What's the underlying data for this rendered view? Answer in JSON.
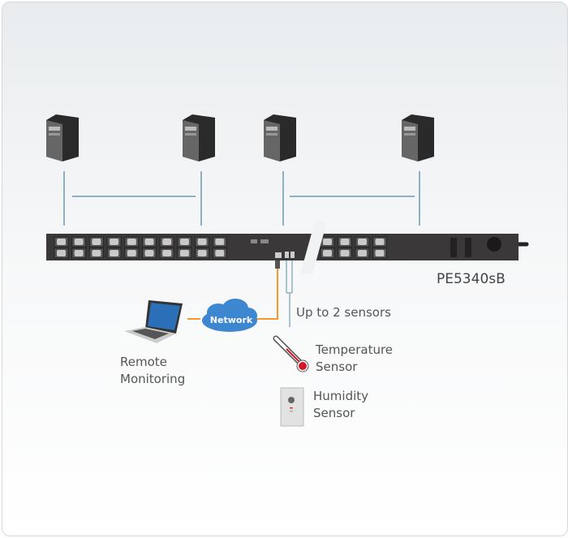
{
  "model": "PE5340sB",
  "labels": {
    "network": "Network",
    "remote_line1": "Remote",
    "remote_line2": "Monitoring",
    "sensors": "Up to 2 sensors",
    "temp_line1": "Temperature",
    "temp_line2": "Sensor",
    "hum_line1": "Humidity",
    "hum_line2": "Sensor"
  },
  "colors": {
    "link": "#8fb0bf",
    "network_cable": "#f39a2b",
    "pdu": "#3a3838",
    "cloud": "#3d86d0",
    "thermo_bulb": "#d3182a"
  }
}
